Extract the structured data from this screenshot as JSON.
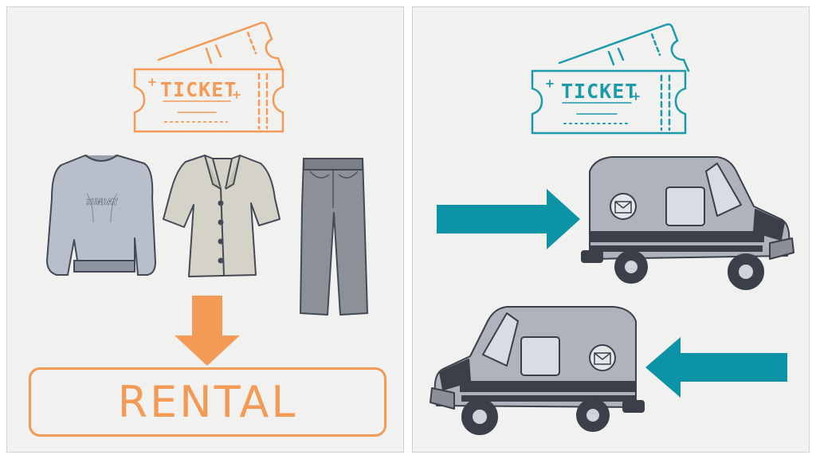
{
  "left_panel": {
    "ticket_label": "TICKET",
    "sweatshirt_print": "SUNDAY",
    "result_label": "RENTAL",
    "accent_color": "#f39a56"
  },
  "right_panel": {
    "ticket_label": "TICKET",
    "accent_color": "#1b9aab",
    "arrow_color": "#0d93a6"
  }
}
